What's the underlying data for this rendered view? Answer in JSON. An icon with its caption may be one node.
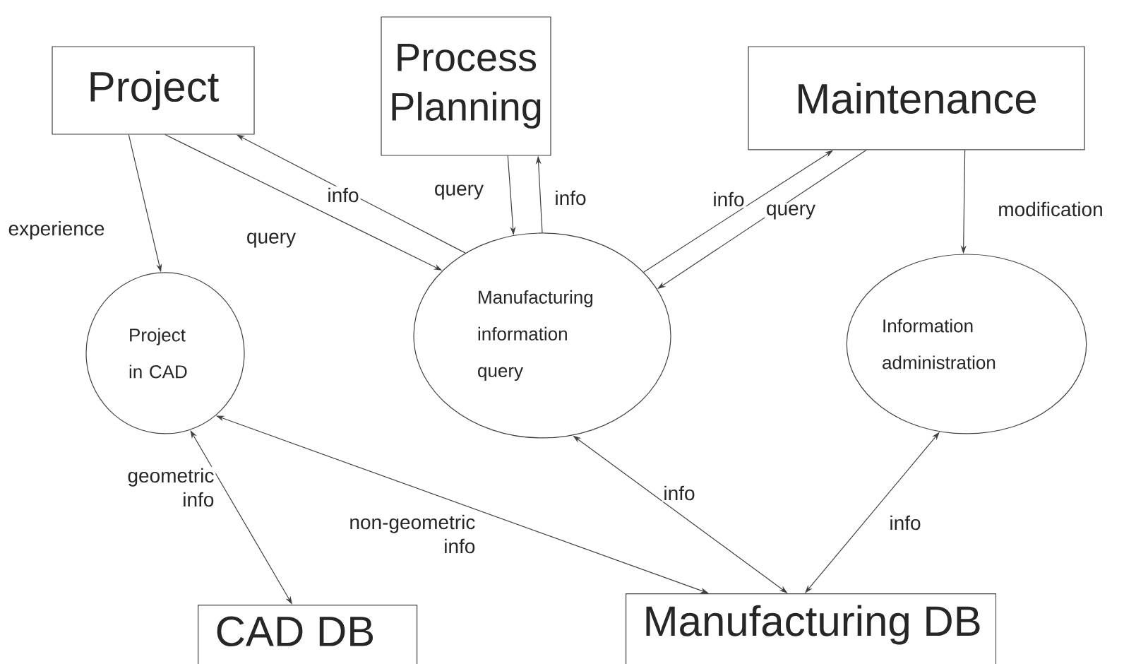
{
  "diagram": {
    "nodes": [
      {
        "text": [
          "Project"
        ]
      },
      {
        "text": [
          "Process Planning"
        ]
      },
      {
        "text": [
          "Maintenance"
        ]
      },
      {
        "text": [
          "Project in CAD"
        ]
      },
      {
        "text": [
          "Manufacturing information query"
        ]
      },
      {
        "text": [
          "Information administration"
        ]
      },
      {
        "text": [
          "CAD DB"
        ]
      },
      {
        "text": [
          "Manufacturing DB"
        ]
      }
    ],
    "edges": [
      {
        "from": 0,
        "to": 3,
        "arrow": "to",
        "label": "experience"
      },
      {
        "from": 4,
        "to": 0,
        "arrow": "to",
        "label": "info"
      },
      {
        "from": 0,
        "to": 4,
        "arrow": "to",
        "label": "query"
      },
      {
        "from": 1,
        "to": 4,
        "arrow": "to",
        "label": "query"
      },
      {
        "from": 4,
        "to": 1,
        "arrow": "to",
        "label": "info"
      },
      {
        "from": 4,
        "to": 2,
        "arrow": "to",
        "label": "info"
      },
      {
        "from": 2,
        "to": 4,
        "arrow": "to",
        "label": "query"
      },
      {
        "from": 2,
        "to": 5,
        "arrow": "to",
        "label": "modification"
      },
      {
        "from": 3,
        "to": 6,
        "arrow": "both",
        "label": "geometric info"
      },
      {
        "from": 3,
        "to": 7,
        "arrow": "both",
        "label": "non-geometric info"
      },
      {
        "from": 4,
        "to": 7,
        "arrow": "both",
        "label": "info"
      },
      {
        "from": 5,
        "to": 7,
        "arrow": "both",
        "label": "info"
      }
    ]
  }
}
